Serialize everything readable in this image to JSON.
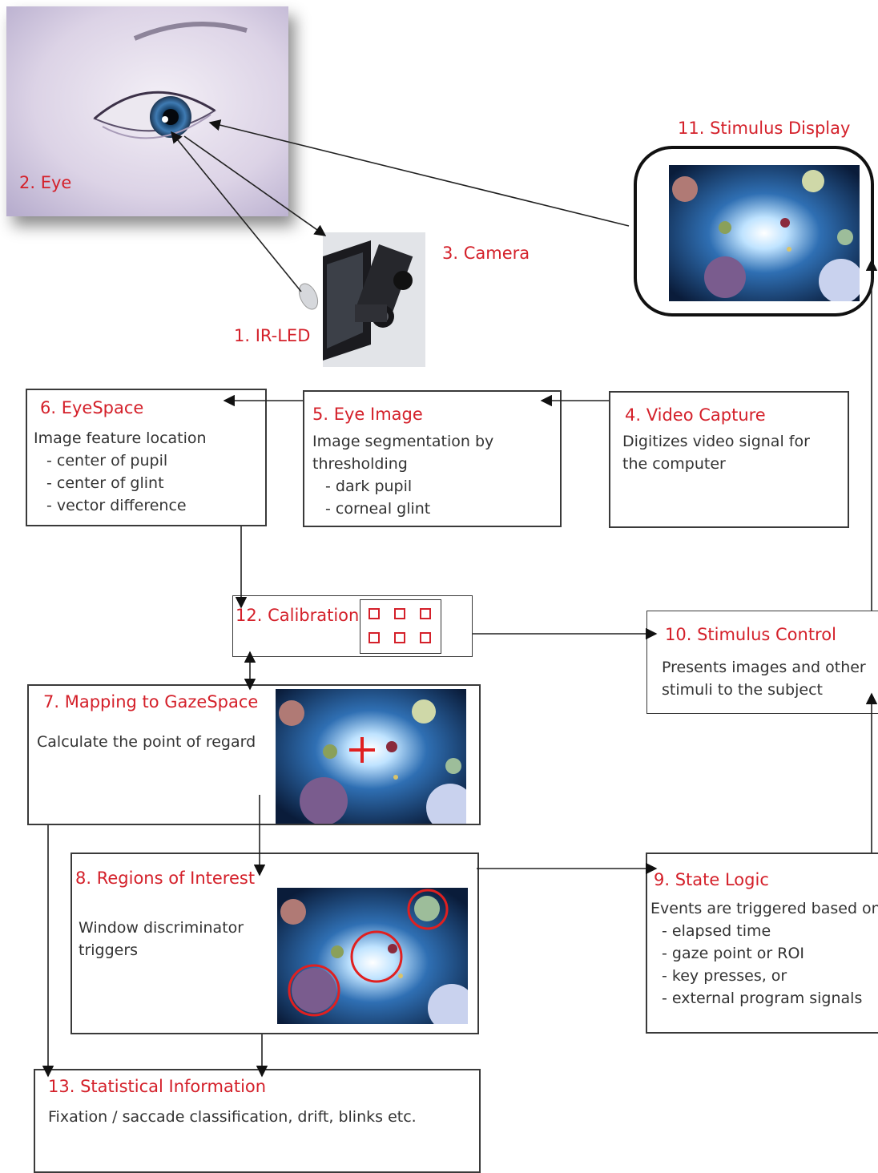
{
  "labels": {
    "eye": "2. Eye",
    "camera": "3. Camera",
    "ir_led": "1. IR-LED",
    "stimulus_display": "11. Stimulus Display"
  },
  "boxes": {
    "eyespace": {
      "title": "6. EyeSpace",
      "lines": [
        "Image feature location",
        "- center of pupil",
        "- center of glint",
        "- vector difference"
      ]
    },
    "eye_image": {
      "title": "5. Eye Image",
      "lines": [
        "Image segmentation by",
        "thresholding",
        "- dark pupil",
        "- corneal glint"
      ]
    },
    "video_capture": {
      "title": "4. Video Capture",
      "lines": [
        "Digitizes video signal for",
        "the computer"
      ]
    },
    "calibration": {
      "title": "12. Calibration"
    },
    "stimulus_control": {
      "title": "10. Stimulus Control",
      "lines": [
        "Presents images and other",
        "stimuli to the subject"
      ]
    },
    "mapping": {
      "title": "7. Mapping to GazeSpace",
      "lines": [
        "Calculate the point of regard"
      ]
    },
    "roi": {
      "title": "8. Regions of Interest",
      "lines": [
        "Window discriminator",
        "triggers"
      ]
    },
    "state_logic": {
      "title": "9. State Logic",
      "lines": [
        "Events are triggered based on",
        "- elapsed time",
        "- gaze point or ROI",
        "- key presses, or",
        "- external program signals"
      ]
    },
    "statistical": {
      "title": "13. Statistical Information",
      "lines": [
        "Fixation / saccade classification, drift, blinks etc."
      ]
    }
  },
  "colors": {
    "accent": "#d4202a",
    "border": "#3a3a3a",
    "text": "#333333"
  }
}
